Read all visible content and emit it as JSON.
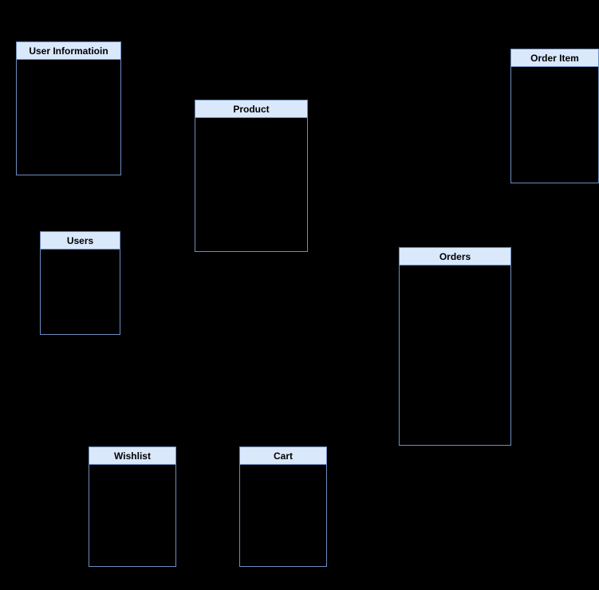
{
  "diagram": {
    "type": "entity-relationship",
    "background": "#000000",
    "entities": [
      {
        "id": "user-information",
        "title": "User Informatioin"
      },
      {
        "id": "product",
        "title": "Product"
      },
      {
        "id": "order-item",
        "title": "Order Item"
      },
      {
        "id": "users",
        "title": "Users"
      },
      {
        "id": "orders",
        "title": "Orders"
      },
      {
        "id": "wishlist",
        "title": "Wishlist"
      },
      {
        "id": "cart",
        "title": "Cart"
      }
    ]
  },
  "colors": {
    "canvas-bg": "#000000",
    "entity-header-fill": "#dae8fc",
    "entity-border": "#6c8ebf",
    "entity-title-text": "#000000"
  }
}
